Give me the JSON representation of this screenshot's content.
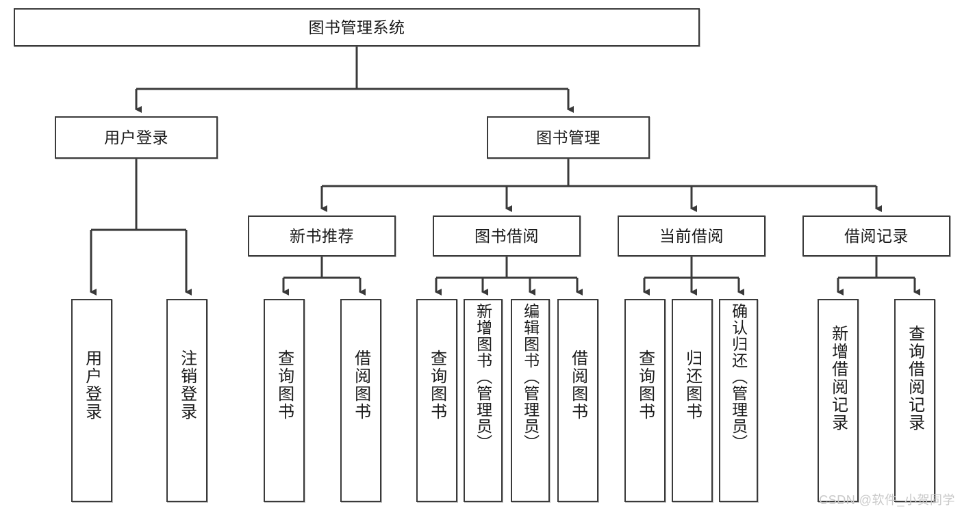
{
  "diagram": {
    "title": "图书管理系统",
    "watermark": "CSDN @软件_小贺同学",
    "root": {
      "label": "图书管理系统"
    },
    "level2": [
      {
        "label": "用户登录"
      },
      {
        "label": "图书管理"
      }
    ],
    "level3": [
      {
        "label": "新书推荐"
      },
      {
        "label": "图书借阅"
      },
      {
        "label": "当前借阅"
      },
      {
        "label": "借阅记录"
      }
    ],
    "leaves": {
      "user_login": [
        {
          "label": "用户登录"
        },
        {
          "label": "注销登录"
        }
      ],
      "new_book": [
        {
          "label": "查询图书"
        },
        {
          "label": "借阅图书"
        }
      ],
      "book_borrow": [
        {
          "label": "查询图书"
        },
        {
          "label": "新增图书（管理员）"
        },
        {
          "label": "编辑图书（管理员）"
        },
        {
          "label": "借阅图书"
        }
      ],
      "current_borrow": [
        {
          "label": "查询图书"
        },
        {
          "label": "归还图书"
        },
        {
          "label": "确认归还（管理员）"
        }
      ],
      "borrow_record": [
        {
          "label": "新增借阅记录"
        },
        {
          "label": "查询借阅记录"
        }
      ]
    },
    "colors": {
      "border": "#3a3a3a",
      "text": "#1a1a1a",
      "background": "#ffffff",
      "watermark": "#c9c9c9"
    }
  }
}
